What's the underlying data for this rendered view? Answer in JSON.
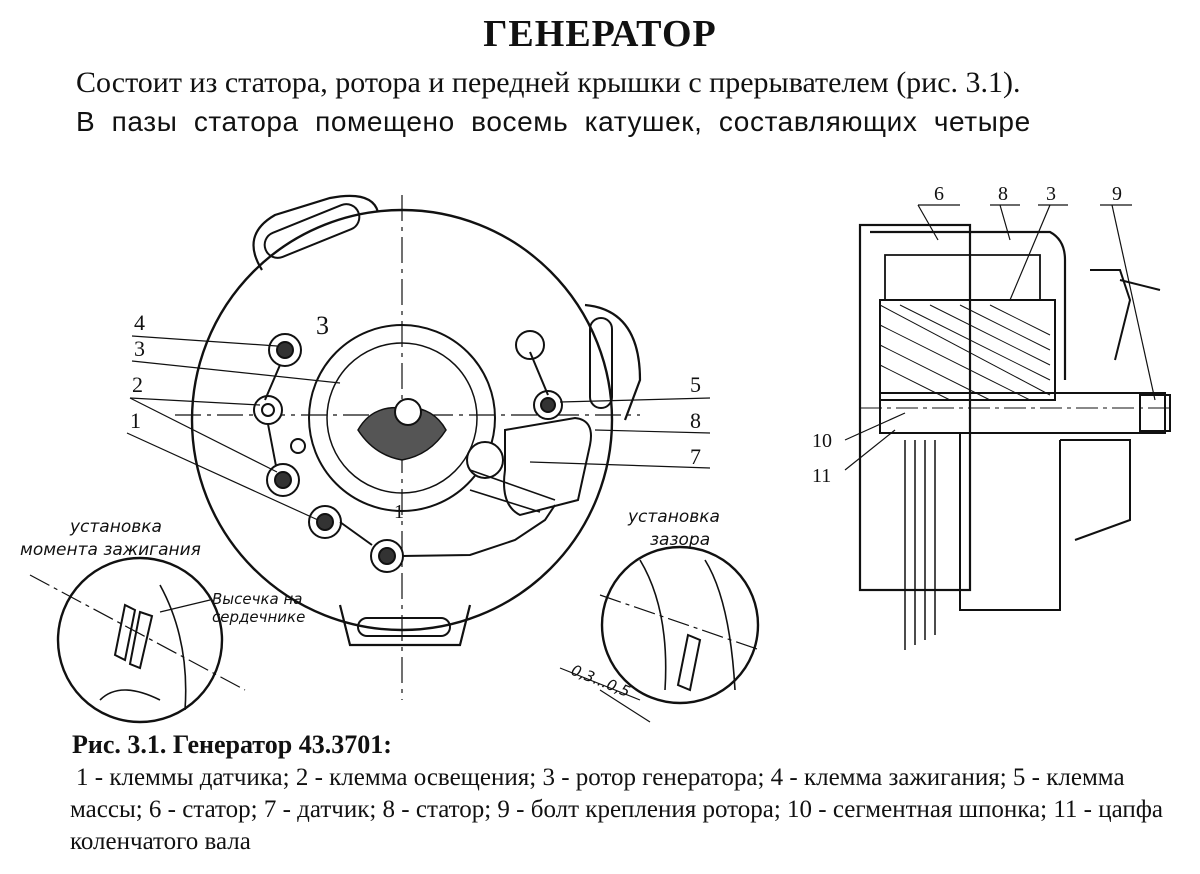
{
  "page": {
    "title": "ГЕНЕРАТОР",
    "paragraph_line1": "Состоит из статора, ротора и передней крышки с прерывателем (рис. 3.1).",
    "paragraph_line2": "В пазы статора помещено восемь катушек, составляющих четыре"
  },
  "figure": {
    "front_view_labels": {
      "l1": "1",
      "l2": "2",
      "l3": "3",
      "l4": "4",
      "l5": "5",
      "l7": "7",
      "l8": "8",
      "rotor_mark": "3",
      "terminal_mark": "1"
    },
    "section_labels": {
      "l6": "6",
      "l8": "8",
      "l3": "3",
      "l9": "9",
      "l10": "10",
      "l11": "11"
    },
    "detail_left": {
      "heading_line1": "установка",
      "heading_line2": "момента зажигания",
      "note_line1": "Высечка на",
      "note_line2": "сердечнике"
    },
    "detail_right": {
      "heading_line1": "установка",
      "heading_line2": "зазора",
      "gap": "0,3...0,5"
    }
  },
  "caption": {
    "title": "Рис. 3.1. Генератор 43.3701:",
    "text": "1 - клеммы датчика; 2 - клемма освещения; 3 - ротор генератора; 4 - клемма зажигания; 5 - клемма массы; 6 - статор; 7 - датчик; 8 - статор; 9 - болт крепления ротора; 10 - сегментная шпонка; 11 - цапфа коленчатого вала"
  }
}
